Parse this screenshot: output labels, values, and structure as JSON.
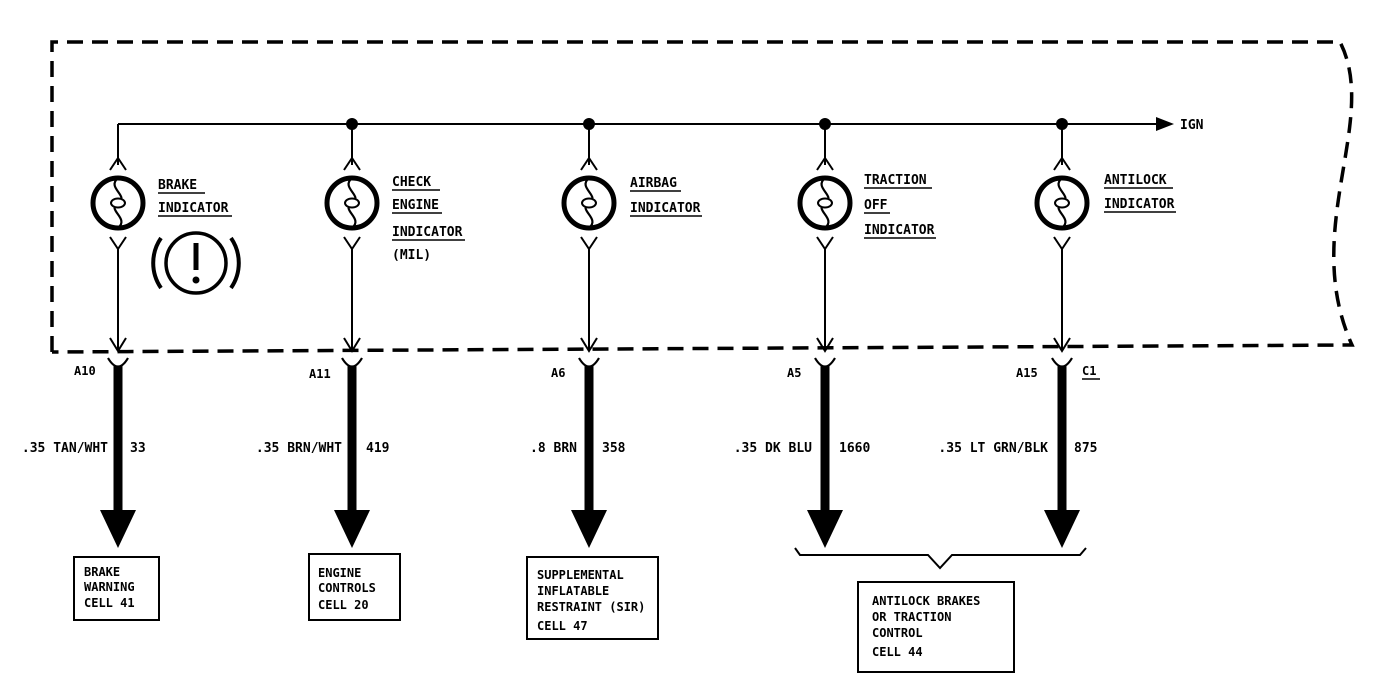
{
  "ign_label": "IGN",
  "indicators": [
    {
      "label_lines": [
        "BRAKE",
        "INDICATOR"
      ],
      "pin": "A10",
      "wire": ".35 TAN/WHT",
      "circuit": "33",
      "dest_lines": [
        "BRAKE",
        "WARNING",
        "CELL 41"
      ]
    },
    {
      "label_lines": [
        "CHECK",
        "ENGINE",
        "INDICATOR",
        "(MIL)"
      ],
      "pin": "A11",
      "wire": ".35 BRN/WHT",
      "circuit": "419",
      "dest_lines": [
        "ENGINE",
        "CONTROLS",
        "CELL 20"
      ]
    },
    {
      "label_lines": [
        "AIRBAG",
        "INDICATOR"
      ],
      "pin": "A6",
      "wire": ".8 BRN",
      "circuit": "358",
      "dest_lines": [
        "SUPPLEMENTAL",
        "INFLATABLE",
        "RESTRAINT (SIR)",
        "CELL 47"
      ]
    },
    {
      "label_lines": [
        "TRACTION",
        "OFF",
        "INDICATOR"
      ],
      "pin": "A5",
      "wire": ".35 DK BLU",
      "circuit": "1660",
      "dest_lines": []
    },
    {
      "label_lines": [
        "ANTILOCK",
        "INDICATOR"
      ],
      "pin": "A15",
      "wire": ".35 LT GRN/BLK",
      "circuit": "875",
      "dest_lines": []
    }
  ],
  "connector_label": "C1",
  "shared_dest_lines": [
    "ANTILOCK BRAKES",
    "OR TRACTION",
    "CONTROL",
    "CELL 44"
  ]
}
